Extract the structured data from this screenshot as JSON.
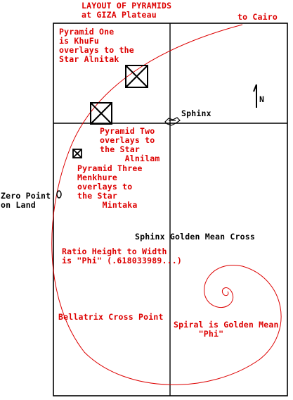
{
  "title": "LAYOUT OF PYRAMIDS\nat GIZA Plateau",
  "to_cairo": "to Cairo",
  "pyramid_one": "Pyramid One\nis KhuFu\noverlays to the\nStar Alnitak",
  "sphinx": "Sphinx",
  "north": "N",
  "pyramid_two": "Pyramid Two\noverlays to\nthe Star\n     Alnilam",
  "pyramid_three": "Pyramid Three\nMenkhure\noverlays to\nthe Star\n     Mintaka",
  "zero_point": "Zero Point\non Land",
  "golden_mean_cross": "Sphinx Golden Mean Cross",
  "ratio": "Ratio Height to Width\nis \"Phi\" (.618033989...)",
  "bellatrix": "Bellatrix Cross Point",
  "spiral_label": "Spiral is Golden Mean\n     \"Phi\"",
  "colors": {
    "annotation": "#dd0000",
    "lines": "#000000",
    "background": "#ffffff"
  }
}
